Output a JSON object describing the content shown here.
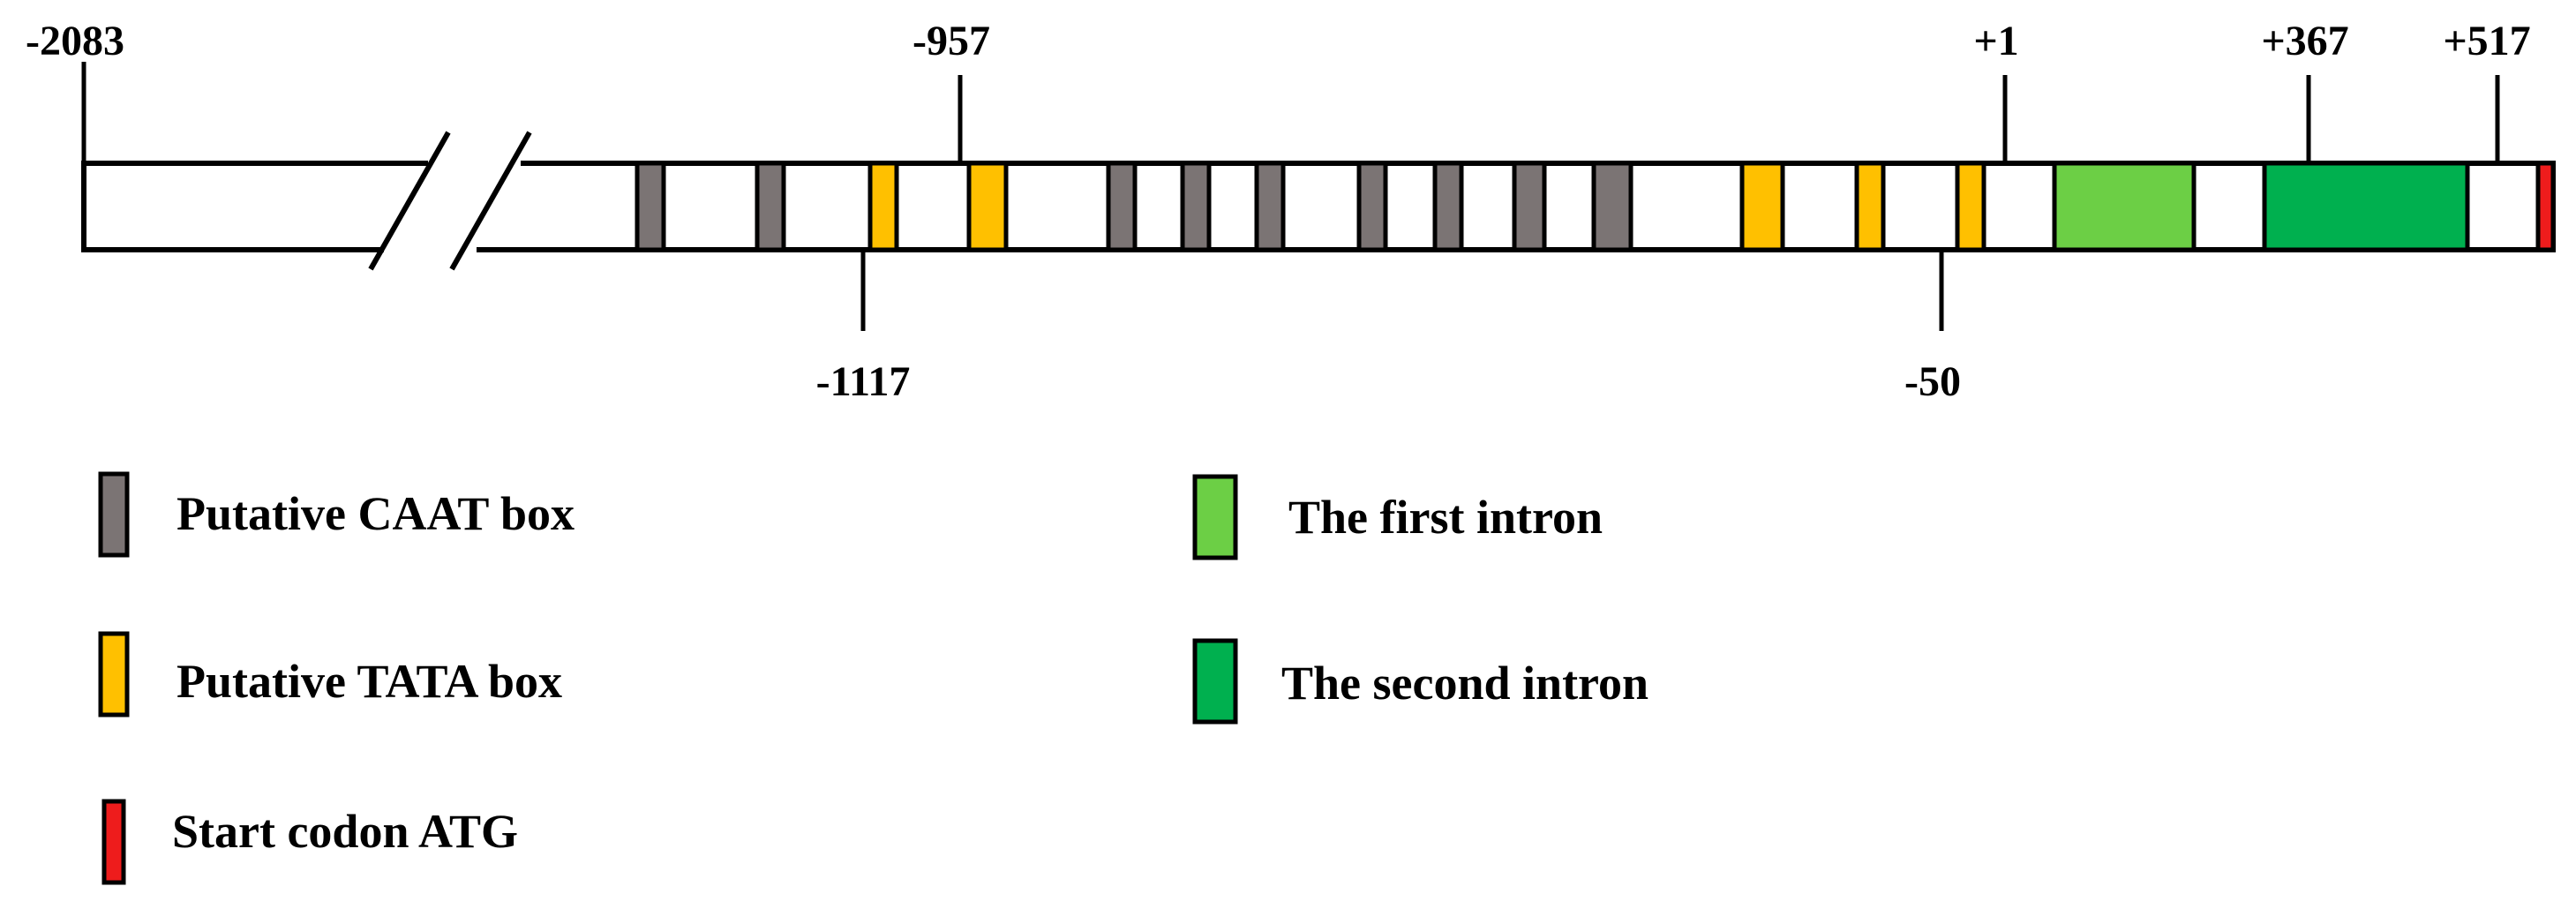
{
  "positions": {
    "p_2083": "-2083",
    "p_957": "-957",
    "p_1": "+1",
    "p_367": "+367",
    "p_517": "+517",
    "p_1117": "-1117",
    "p_50": "-50"
  },
  "colors": {
    "caat": "#7b7474",
    "tata": "#ffc000",
    "first_intron": "#6ccf45",
    "second_intron": "#00b04f",
    "start_codon": "#ee1c1c",
    "outline": "#000000",
    "background": "#ffffff"
  },
  "legend": {
    "caat": "Putative CAAT box",
    "tata": "Putative TATA box",
    "start_codon": "Start codon ATG",
    "first_intron": "The first intron",
    "second_intron": "The second intron"
  }
}
